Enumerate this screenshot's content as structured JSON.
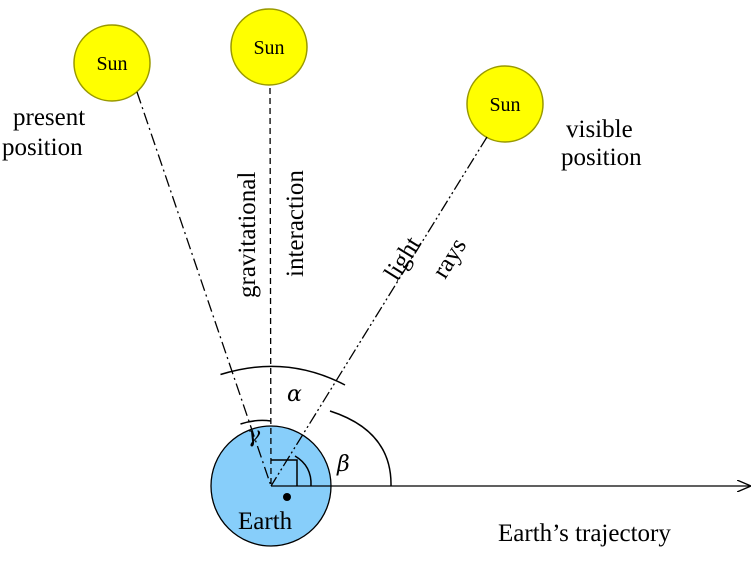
{
  "suns": {
    "present": "Sun",
    "gravitational": "Sun",
    "visible": "Sun"
  },
  "labels": {
    "present_line1": "present",
    "present_line2": "position",
    "gravitational": "gravitational",
    "interaction": "interaction",
    "light": "light",
    "rays": "rays",
    "visible_line1": "visible",
    "visible_line2": "position",
    "earth": "Earth",
    "trajectory": "Earth’s trajectory"
  },
  "angles": {
    "alpha": "α",
    "beta": "β",
    "gamma": "γ"
  },
  "colors": {
    "sun_fill": "#ffff00",
    "sun_stroke": "#999900",
    "earth_fill": "#87cefa",
    "line": "#000000"
  }
}
